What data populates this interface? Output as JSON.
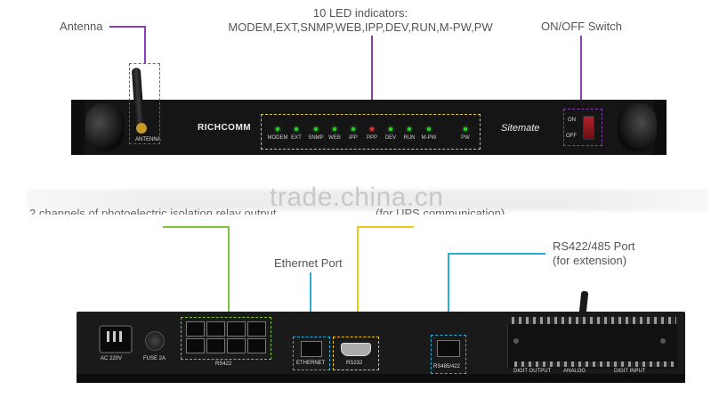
{
  "callouts": {
    "antenna": "Antenna",
    "led_title": "10 LED indicators:",
    "led_list": "MODEM,EXT,SNMP,WEB,IPP,DEV,RUN,M-PW,PW",
    "onoff": "ON/OFF Switch",
    "relay": "2 channels of photoelectric isolation relay output",
    "ups": "(for UPS communication)",
    "ethernet": "Ethernet Port",
    "rs422_port": "RS422/485 Port",
    "rs422_ext": "(for extension)"
  },
  "front_panel": {
    "brand": "RICHCOMM",
    "model": "Sitemate",
    "antenna_label": "ANTENNA",
    "switch_on": "ON",
    "switch_off": "OFF",
    "leds": [
      {
        "label": "MODEM",
        "color": "green"
      },
      {
        "label": "EXT",
        "color": "green"
      },
      {
        "label": "SNMP",
        "color": "green"
      },
      {
        "label": "WEB",
        "color": "green"
      },
      {
        "label": "IPP",
        "color": "green"
      },
      {
        "label": "PPP",
        "color": "red"
      },
      {
        "label": "DEV",
        "color": "green"
      },
      {
        "label": "RUN",
        "color": "green"
      },
      {
        "label": "M-PW",
        "color": "green"
      },
      {
        "label": "PW",
        "color": "green"
      }
    ]
  },
  "rear_panel": {
    "power_label": "AC  220V",
    "fuse_label": "FUSE  2A",
    "rs422_label": "RS422",
    "ethernet_label": "ETHERNET",
    "rs232_label": "RS232",
    "rs485_label": "RS485/422",
    "digit_output": "DIGIT OUTPUT",
    "analog": "ANALOG",
    "digit_input": "DIGIT INPUT"
  },
  "watermark": "trade.china.cn",
  "colors": {
    "antenna_line": "#8b3fb5",
    "led_box": "#e0c83a",
    "relay_line": "#7cc33a",
    "ethernet_line": "#2ab0d8",
    "rs232_line": "#f0c419"
  }
}
